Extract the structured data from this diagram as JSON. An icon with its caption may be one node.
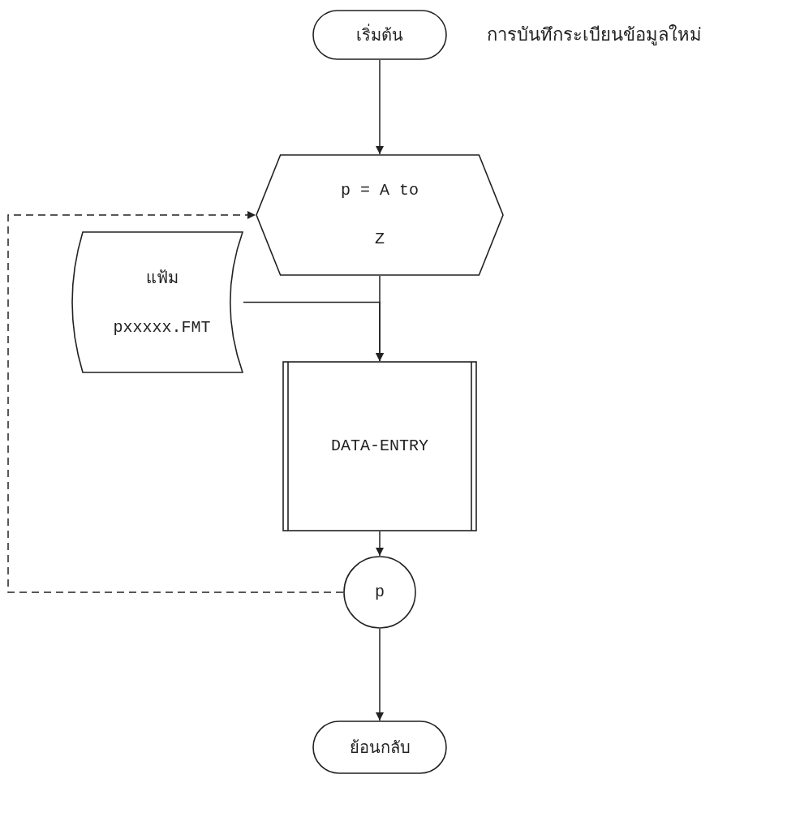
{
  "diagram": {
    "title": "การบันทึกระเบียนข้อมูลใหม่",
    "nodes": [
      {
        "text": [
          "เริ่มต้น"
        ]
      },
      {
        "text": [
          "p = A to Z"
        ]
      },
      {
        "text": [
          "แฟ้ม",
          "pxxxxx.FMT"
        ]
      },
      {
        "text": [
          "DATA-ENTRY"
        ]
      },
      {
        "text": [
          "p"
        ]
      },
      {
        "text": [
          "ย้อนกลับ"
        ]
      }
    ],
    "edges": [
      {
        "from": 0,
        "to": 1,
        "arrow": "to"
      },
      {
        "from": 1,
        "to": 3,
        "arrow": "to"
      },
      {
        "from": 2,
        "to": 3,
        "arrow": "to"
      },
      {
        "from": 3,
        "to": 4,
        "arrow": "to"
      },
      {
        "from": 4,
        "to": 5,
        "arrow": "to"
      },
      {
        "from": 4,
        "to": 1,
        "arrow": "to",
        "style": "dashed"
      }
    ]
  }
}
